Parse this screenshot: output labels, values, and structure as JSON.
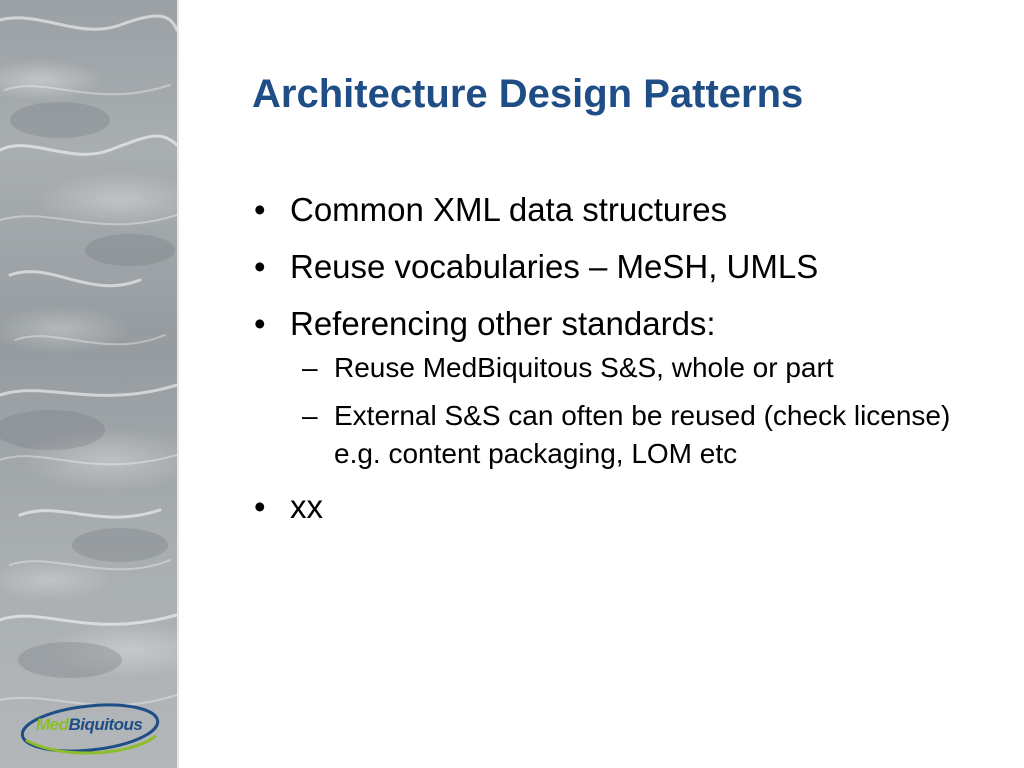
{
  "slide": {
    "title": "Architecture Design Patterns",
    "bullets": [
      {
        "text": "Common XML data structures"
      },
      {
        "text": "Reuse vocabularies – MeSH, UMLS"
      },
      {
        "text": "Referencing other standards:",
        "subitems": [
          {
            "text": "Reuse MedBiquitous S&S, whole or part"
          },
          {
            "text": "External S&S can often be reused (check license) e.g. content packaging, LOM etc"
          }
        ]
      },
      {
        "text": "xx"
      }
    ],
    "bullet_mark": "•",
    "sub_mark": "–"
  },
  "logo": {
    "part1": "Med",
    "part2": "Biquitous",
    "colors": {
      "green": "#8dbd2b",
      "blue": "#1f4e86"
    }
  },
  "colors": {
    "title": "#1f4e86",
    "body_text": "#000000",
    "background": "#ffffff",
    "side_strip": "#a5aaad"
  }
}
